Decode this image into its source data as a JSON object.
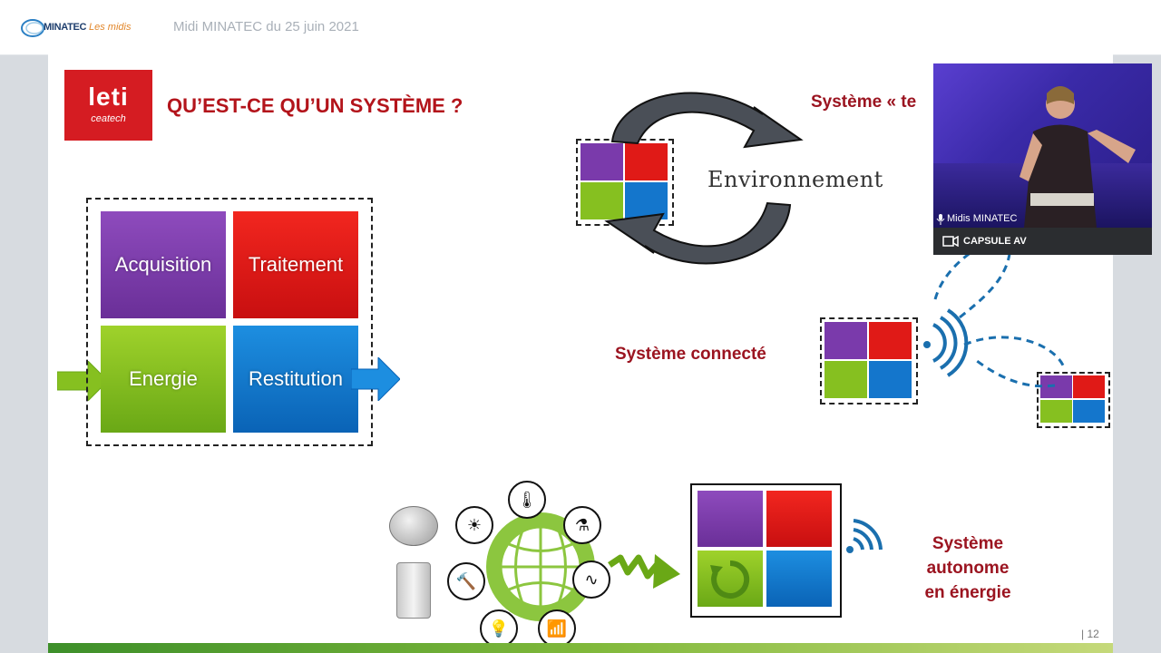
{
  "header": {
    "logo_brand": "MINATEC",
    "logo_sub": "Les midis",
    "event_title": "Midi MINATEC du 25 juin 2021"
  },
  "slide": {
    "leti_logo": {
      "word": "leti",
      "sub": "ceatech"
    },
    "title": "QU’EST-CE QU’UN SYSTÈME ?",
    "blocks": {
      "acquisition": "Acquisition",
      "traitement": "Traitement",
      "energie": "Energie",
      "restitution": "Restitution"
    },
    "environment_label": "Environnement",
    "systeme_temps": "Système « te",
    "systeme_connecte": "Système connecté",
    "systeme_autonome": [
      "Système autonome",
      "en énergie"
    ],
    "page_number": "| 12",
    "colors": {
      "purple": "#7a3aab",
      "red": "#e01a17",
      "green": "#86c020",
      "blue": "#1476cc",
      "title_red": "#b3141b",
      "label_red": "#9b1420"
    },
    "harvest_icons": [
      "sun-icon",
      "thermometer-icon",
      "flask-icon",
      "vibration-icon",
      "antenna-icon",
      "lightbulb-icon",
      "hammer-icon"
    ]
  },
  "video": {
    "speaker_label": "Midis MINATEC",
    "source_label": "CAPSULE AV"
  }
}
